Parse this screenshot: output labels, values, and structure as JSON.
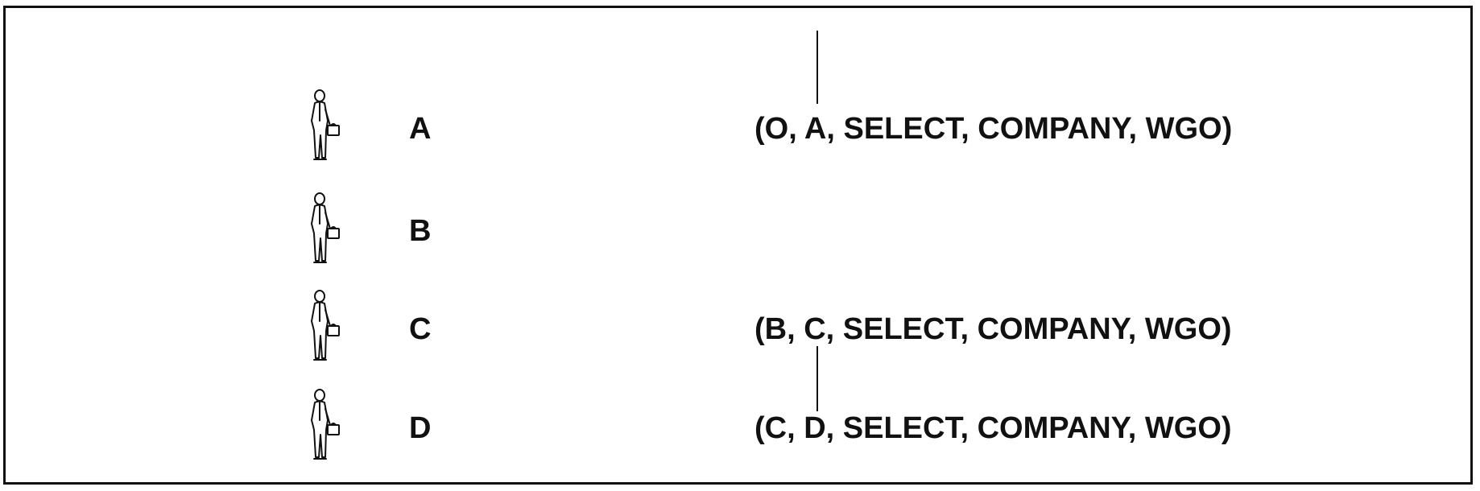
{
  "users": [
    {
      "label": "A",
      "icon": "person-with-briefcase-icon"
    },
    {
      "label": "B",
      "icon": "person-with-briefcase-icon"
    },
    {
      "label": "C",
      "icon": "person-with-briefcase-icon"
    },
    {
      "label": "D",
      "icon": "person-with-briefcase-icon"
    }
  ],
  "grants": {
    "a": "(O, A, SELECT, COMPANY, WGO)",
    "c": "(B, C, SELECT, COMPANY, WGO)",
    "d": "(C, D, SELECT, COMPANY, WGO)"
  },
  "colors": {
    "ink": "#111111",
    "background": "#ffffff"
  }
}
